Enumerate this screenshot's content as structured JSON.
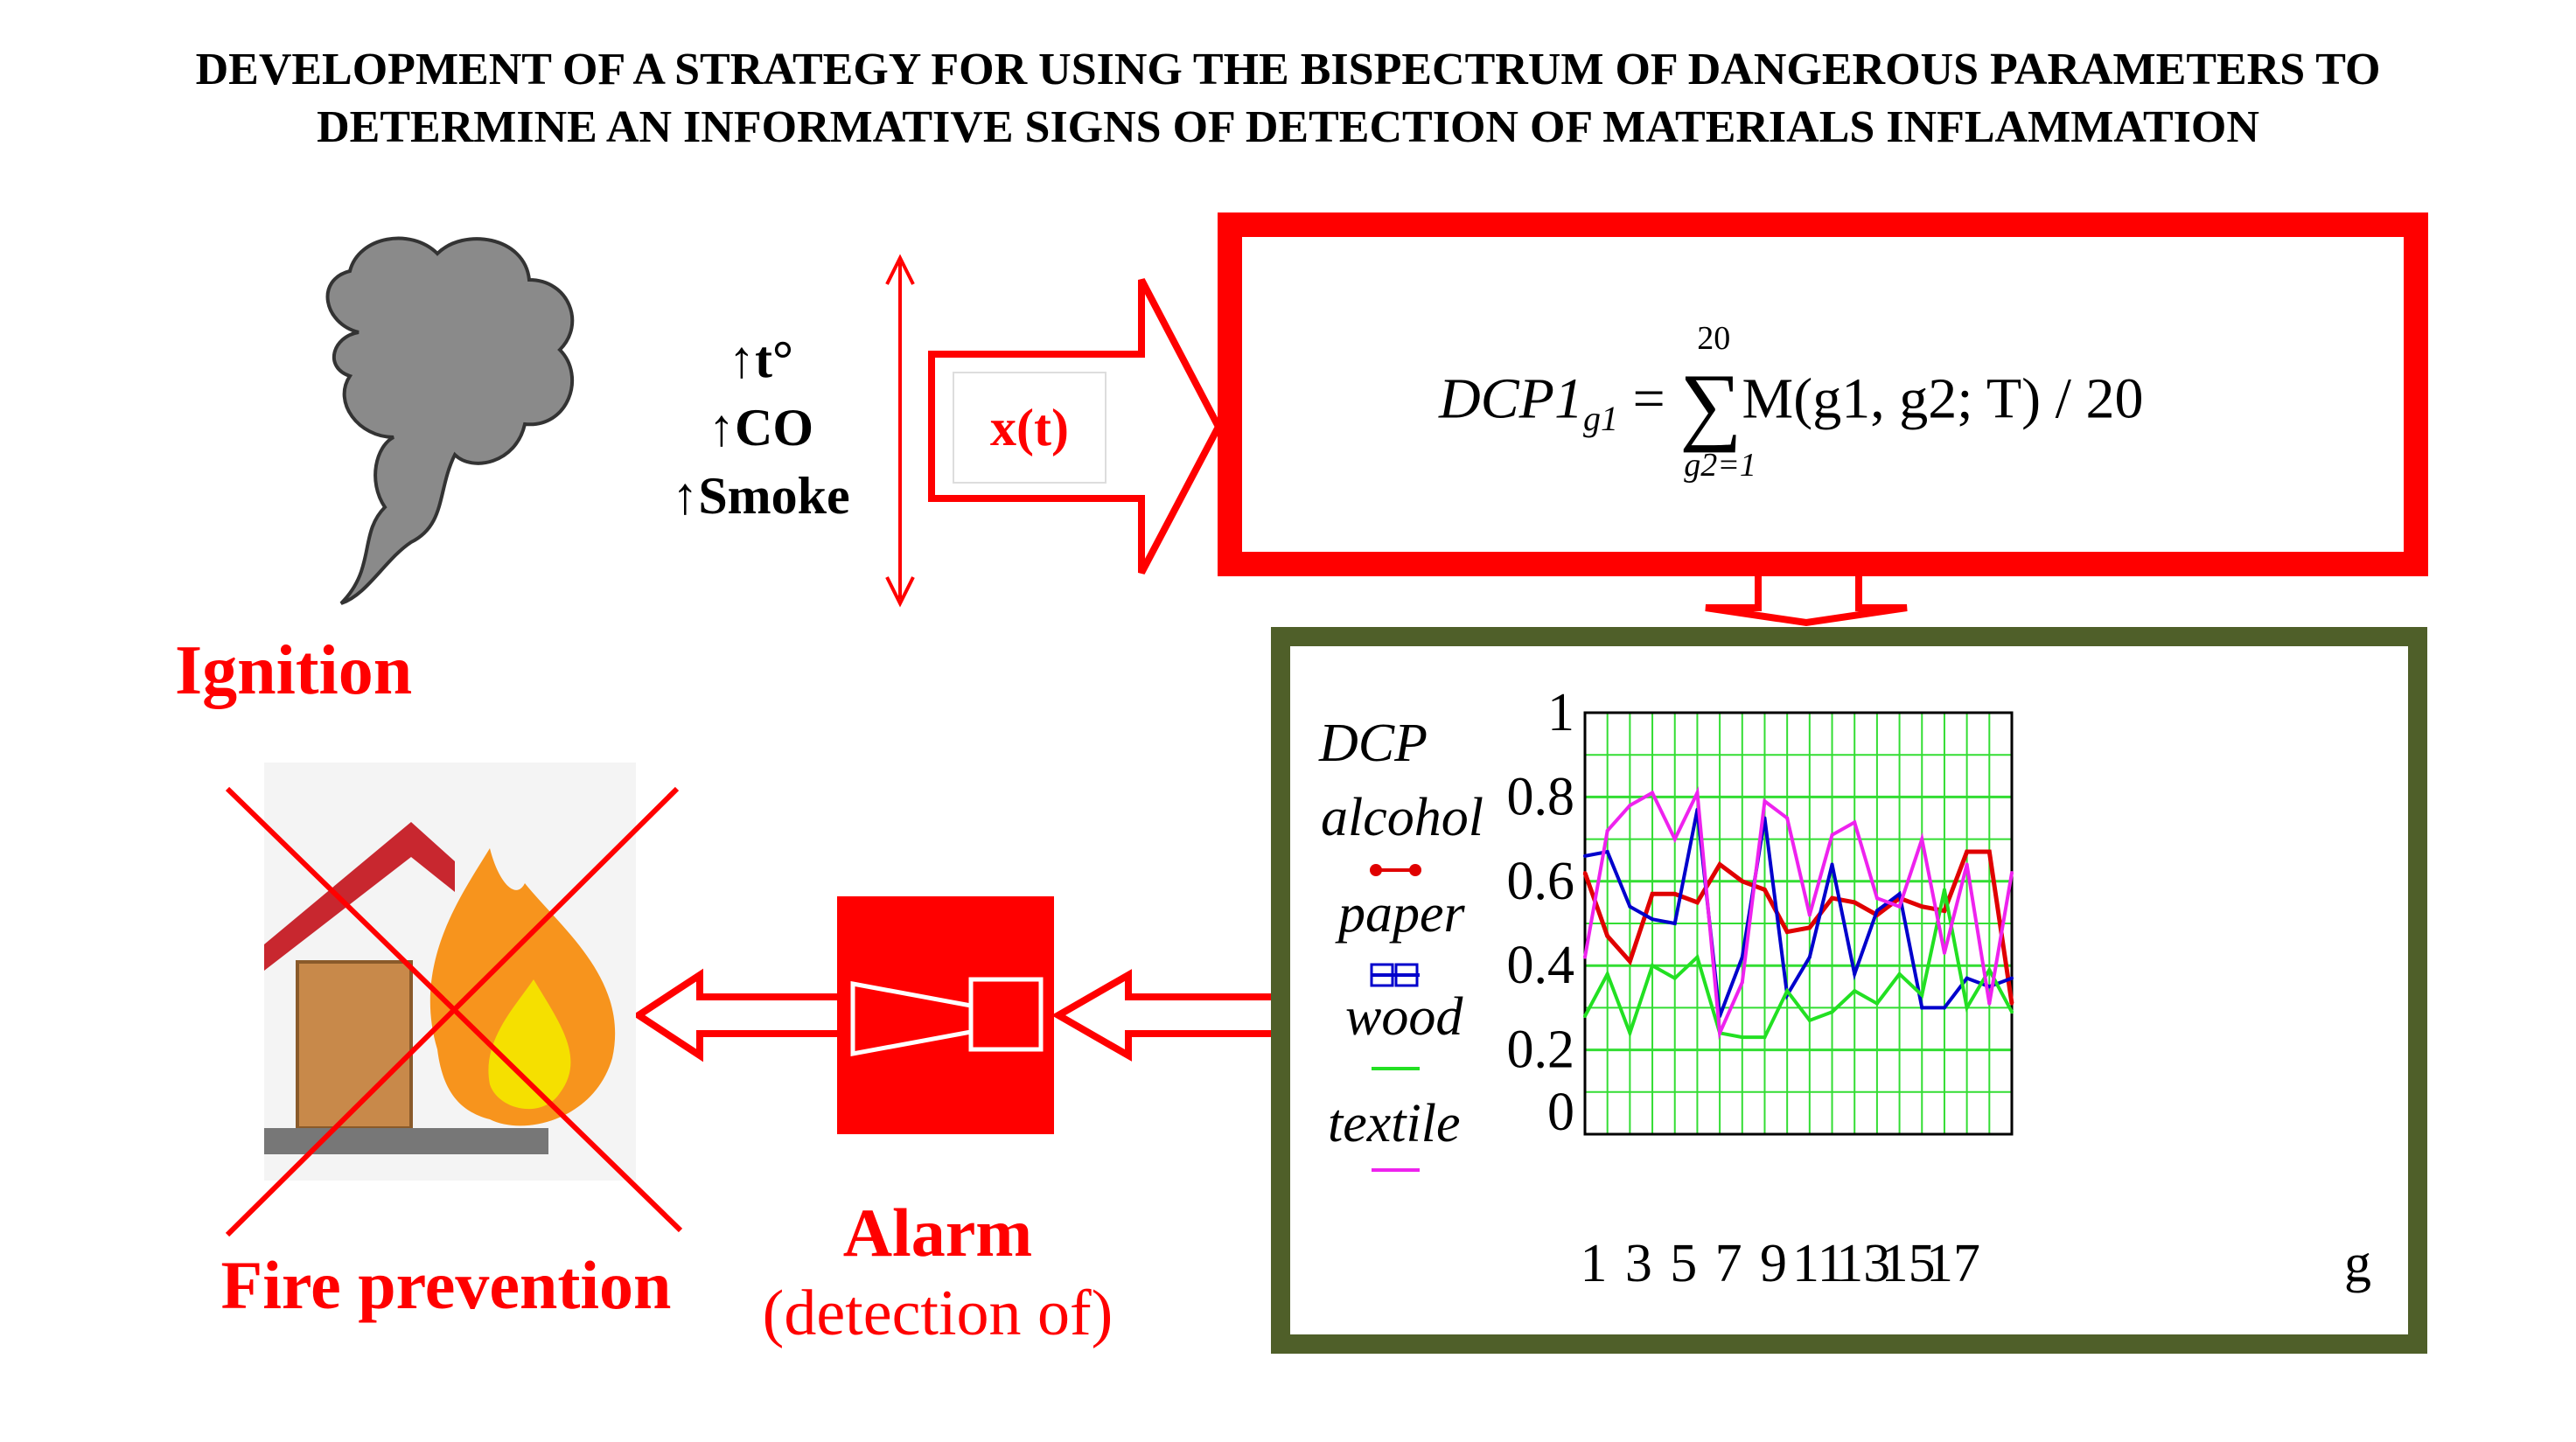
{
  "title": {
    "line1": "DEVELOPMENT OF A STRATEGY FOR USING THE BISPECTRUM OF DANGEROUS PARAMETERS TO",
    "line2": "DETERMINE AN INFORMATIVE SIGNS OF DETECTION OF MATERIALS INFLAMMATION"
  },
  "params": [
    "↑t°",
    "↑CO",
    "↑Smoke"
  ],
  "signal_label": "x(t)",
  "formula": {
    "lhs": "DCP1",
    "lhs_sub": "g1",
    "eq": "=",
    "sum_top": "20",
    "sum_bottom": "g2=1",
    "body": "M(g1, g2; T) / 20"
  },
  "labels": {
    "ignition": "Ignition",
    "fire_prevention": "Fire prevention",
    "alarm": "Alarm",
    "alarm_sub": "(detection of)"
  },
  "icons": [
    "smoke-cloud-icon",
    "burning-house-icon",
    "alarm-siren-icon",
    "arrow-icon"
  ],
  "colors": {
    "accent": "#ff0000",
    "chart_frame": "#4f5f29",
    "grid": "#33dd33"
  },
  "chart_data": {
    "type": "line",
    "ylabel": "DCP",
    "xlabel": "g",
    "ylim": [
      0,
      1
    ],
    "xlim": [
      1,
      20
    ],
    "grid": true,
    "legend": "left",
    "yticks": [
      "0",
      "0.2",
      "0.4",
      "0.6",
      "0.8",
      "1"
    ],
    "xticks": [
      "1",
      "3",
      "5",
      "7",
      "9",
      "11",
      "13",
      "15",
      "17"
    ],
    "x": [
      1,
      2,
      3,
      4,
      5,
      6,
      7,
      8,
      9,
      10,
      11,
      12,
      13,
      14,
      15,
      16,
      17,
      18,
      19,
      20
    ],
    "series": [
      {
        "name": "alcohol",
        "color": "#e00000",
        "values": [
          0.62,
          0.47,
          0.41,
          0.57,
          0.57,
          0.55,
          0.64,
          0.6,
          0.58,
          0.48,
          0.49,
          0.56,
          0.55,
          0.52,
          0.56,
          0.54,
          0.53,
          0.67,
          0.67,
          0.31
        ]
      },
      {
        "name": "paper",
        "color": "#0000cc",
        "values": [
          0.66,
          0.67,
          0.54,
          0.51,
          0.5,
          0.77,
          0.28,
          0.42,
          0.75,
          0.33,
          0.42,
          0.64,
          0.38,
          0.53,
          0.57,
          0.3,
          0.3,
          0.37,
          0.35,
          0.37
        ]
      },
      {
        "name": "wood",
        "color": "#22e022",
        "values": [
          0.28,
          0.38,
          0.24,
          0.4,
          0.37,
          0.42,
          0.24,
          0.23,
          0.23,
          0.34,
          0.27,
          0.29,
          0.34,
          0.31,
          0.38,
          0.33,
          0.58,
          0.3,
          0.39,
          0.29
        ]
      },
      {
        "name": "textile",
        "color": "#ee22ee",
        "values": [
          0.42,
          0.72,
          0.78,
          0.81,
          0.7,
          0.81,
          0.24,
          0.36,
          0.79,
          0.75,
          0.52,
          0.71,
          0.74,
          0.56,
          0.54,
          0.7,
          0.43,
          0.64,
          0.31,
          0.62
        ]
      }
    ]
  }
}
